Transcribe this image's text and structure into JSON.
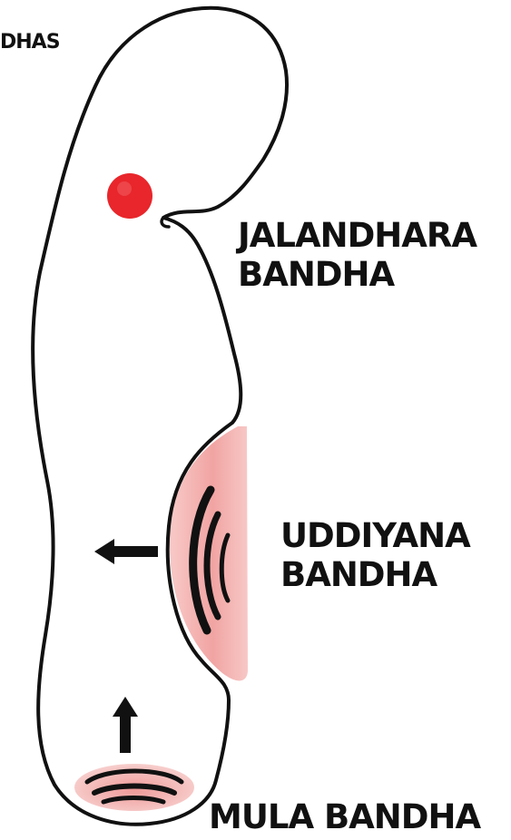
{
  "header": {
    "partial_title": "DHAS"
  },
  "labels": {
    "jalandhara": {
      "line1": "JALANDHARA",
      "line2": "BANDHA"
    },
    "uddiyana": {
      "line1": "UDDIYANA",
      "line2": "BANDHA"
    },
    "mula": {
      "line1": "MULA BANDHA"
    }
  },
  "colors": {
    "outline": "#111111",
    "throat_lock": "#e8262b",
    "abdomen_lock": "#ef9a98",
    "root_lock": "#ef9a98",
    "contraction_lines": "#111111",
    "arrows": "#111111"
  },
  "icons": {
    "abdomen_arrow": "arrow-left-icon",
    "root_arrow": "arrow-up-icon"
  }
}
